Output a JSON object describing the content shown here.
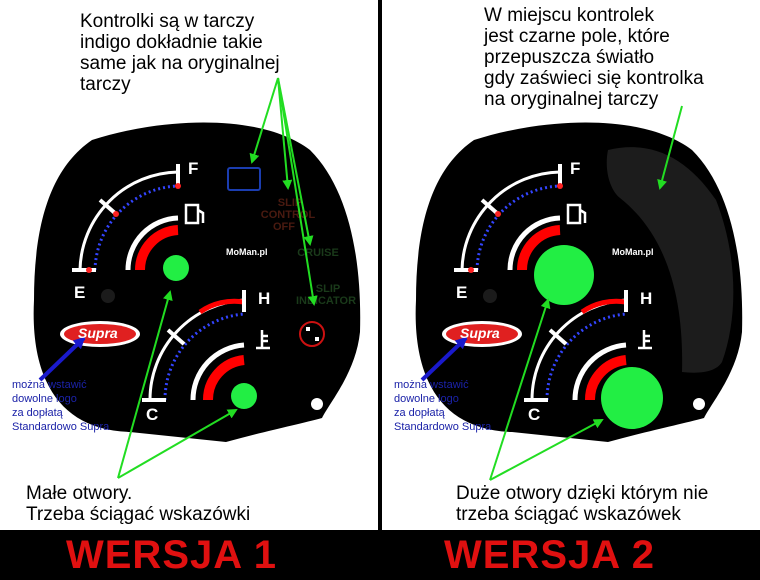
{
  "left_panel": {
    "top_note": [
      "Kontrolki są w tarczy",
      "indigo dokładnie takie",
      "same jak na oryginalnej",
      "tarczy"
    ],
    "side_note": [
      "można wstawić",
      "dowolne logo",
      "za dopłatą",
      "Standardowo Supra"
    ],
    "bottom_note": [
      "Małe otwory.",
      "Trzeba ściągać wskazówki"
    ],
    "title": "WERSJA 1",
    "warning_lights": [
      "SLIP",
      "CONTROL",
      "OFF",
      "CRUISE",
      "SLIP",
      "INDICATOR"
    ]
  },
  "right_panel": {
    "top_note": [
      "W miejscu kontrolek",
      "jest czarne pole, które",
      "przepuszcza światło",
      "gdy zaświeci się kontrolka",
      "na oryginalnej tarczy"
    ],
    "side_note": [
      "można wstawić",
      "dowolne logo",
      "za dopłatą",
      "Standardowo Supra"
    ],
    "bottom_note": [
      "Duże otwory dzięki którym nie",
      "trzeba ściągać wskazówek"
    ],
    "title": "WERSJA 2"
  },
  "gauge": {
    "brand": "MoMan.pl",
    "logo": "Supra",
    "fuel_full": "F",
    "fuel_empty": "E",
    "temp_hot": "H",
    "temp_cold": "C",
    "fuel_icon": "fuel-pump-icon",
    "temp_icon": "coolant-temp-icon"
  },
  "colors": {
    "dial": "#000000",
    "needle_hole": "#22ee44",
    "arrow_green": "#22dd22",
    "arrow_blue": "#1a1acc",
    "title_red": "#e01010",
    "logo_red": "#e02020",
    "gauge_red": "#ff0000",
    "tick_blue": "#3344ff",
    "warning_panel": "#1a1a1a"
  }
}
